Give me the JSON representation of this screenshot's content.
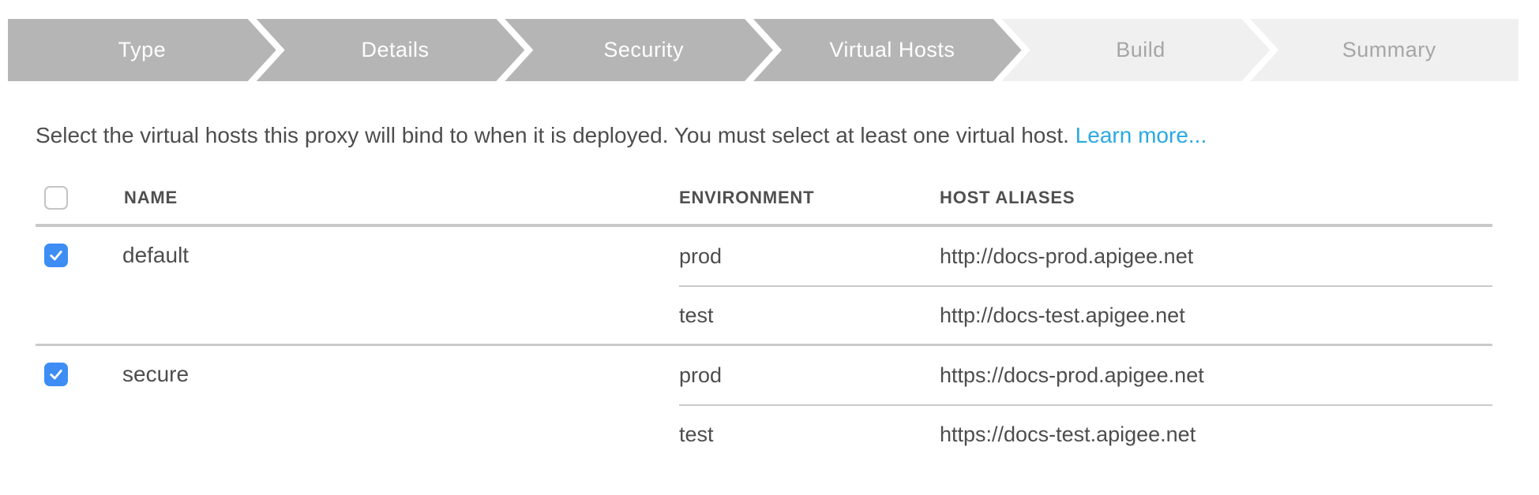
{
  "wizard": {
    "steps": [
      {
        "label": "Type",
        "state": "active"
      },
      {
        "label": "Details",
        "state": "active"
      },
      {
        "label": "Security",
        "state": "active"
      },
      {
        "label": "Virtual Hosts",
        "state": "active"
      },
      {
        "label": "Build",
        "state": "inactive"
      },
      {
        "label": "Summary",
        "state": "inactive"
      }
    ]
  },
  "instruction": {
    "text": "Select the virtual hosts this proxy will bind to when it is deployed. You must select at least one virtual host.",
    "link_label": "Learn more..."
  },
  "table": {
    "headers": {
      "name": "NAME",
      "environment": "ENVIRONMENT",
      "host_aliases": "HOST ALIASES"
    },
    "header_checkbox_checked": false,
    "groups": [
      {
        "name": "default",
        "checked": true,
        "entries": [
          {
            "environment": "prod",
            "host_alias": "http://docs-prod.apigee.net"
          },
          {
            "environment": "test",
            "host_alias": "http://docs-test.apigee.net"
          }
        ]
      },
      {
        "name": "secure",
        "checked": true,
        "entries": [
          {
            "environment": "prod",
            "host_alias": "https://docs-prod.apigee.net"
          },
          {
            "environment": "test",
            "host_alias": "https://docs-test.apigee.net"
          }
        ]
      }
    ]
  },
  "colors": {
    "step_active_bg": "#b5b5b5",
    "step_active_text": "#ffffff",
    "step_inactive_bg": "#f0f0f0",
    "step_inactive_text": "#a6a6a6",
    "link": "#29a9e1",
    "checkbox_checked": "#3d8df5",
    "divider": "#c9c9c9"
  }
}
